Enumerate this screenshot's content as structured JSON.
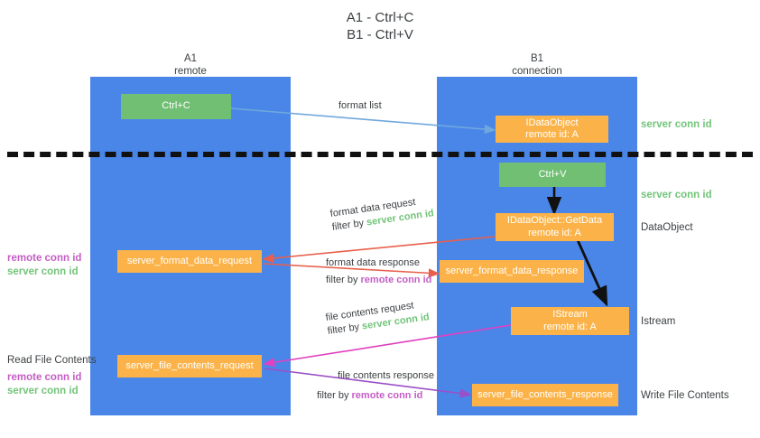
{
  "title": {
    "line1": "A1 - Ctrl+C",
    "line2": "B1 - Ctrl+V"
  },
  "lanes": [
    {
      "id": "a1",
      "title": "A1",
      "subtitle": "remote",
      "color": "#4a86e8"
    },
    {
      "id": "b1",
      "title": "B1",
      "subtitle": "connection",
      "color": "#4a86e8"
    }
  ],
  "colors": {
    "lane": "#4a86e8",
    "green_box": "#70bf73",
    "orange_box": "#fbb349",
    "server_conn_id": "#72c479",
    "remote_conn_id": "#c45ec4",
    "arrow_blue": "#6fa8dc",
    "arrow_red": "#e8604c",
    "arrow_magenta": "#e040c0",
    "arrow_purple": "#9b4fc8",
    "arrow_black": "#111111"
  },
  "nodes": {
    "ctrl_c": {
      "label": "Ctrl+C"
    },
    "ctrl_v": {
      "label": "Ctrl+V"
    },
    "idataobject": {
      "line1": "IDataObject",
      "line2": "remote id: A"
    },
    "idataobject_getdata": {
      "line1": "IDataObject::GetData",
      "line2": "remote id: A"
    },
    "istream": {
      "line1": "IStream",
      "line2": "remote id: A"
    },
    "server_format_data_request": {
      "label": "server_format_data_request"
    },
    "server_format_data_response": {
      "label": "server_format_data_response"
    },
    "server_file_contents_request": {
      "label": "server_file_contents_request"
    },
    "server_file_contents_response": {
      "label": "server_file_contents_response"
    }
  },
  "edge_labels": {
    "format_list": {
      "text": "format list"
    },
    "format_data_request": {
      "line1": "format data request",
      "filter_prefix": "filter by ",
      "filter_value": "server conn id"
    },
    "format_data_response": {
      "line1": "format data response",
      "filter_prefix": "filter by ",
      "filter_value": "remote conn id"
    },
    "file_contents_request": {
      "line1": "file contents request",
      "filter_prefix": "filter by ",
      "filter_value": "server conn id"
    },
    "file_contents_response": {
      "line1": "file contents response",
      "filter_prefix": "filter by ",
      "filter_value": "remote conn id"
    }
  },
  "right_annotations": [
    {
      "id": "server-conn-id-top",
      "text": "server conn id",
      "style": "green"
    },
    {
      "id": "server-conn-id-mid",
      "text": "server conn id",
      "style": "green"
    },
    {
      "id": "dataobject",
      "text": "DataObject",
      "style": "plain"
    },
    {
      "id": "istream",
      "text": "Istream",
      "style": "plain"
    },
    {
      "id": "write-file-contents",
      "text": "Write File Contents",
      "style": "plain"
    }
  ],
  "left_annotations": {
    "group_format": {
      "remote": "remote conn id",
      "server": "server conn id"
    },
    "group_file": {
      "heading": "Read File Contents",
      "remote": "remote conn id",
      "server": "server conn id"
    }
  }
}
